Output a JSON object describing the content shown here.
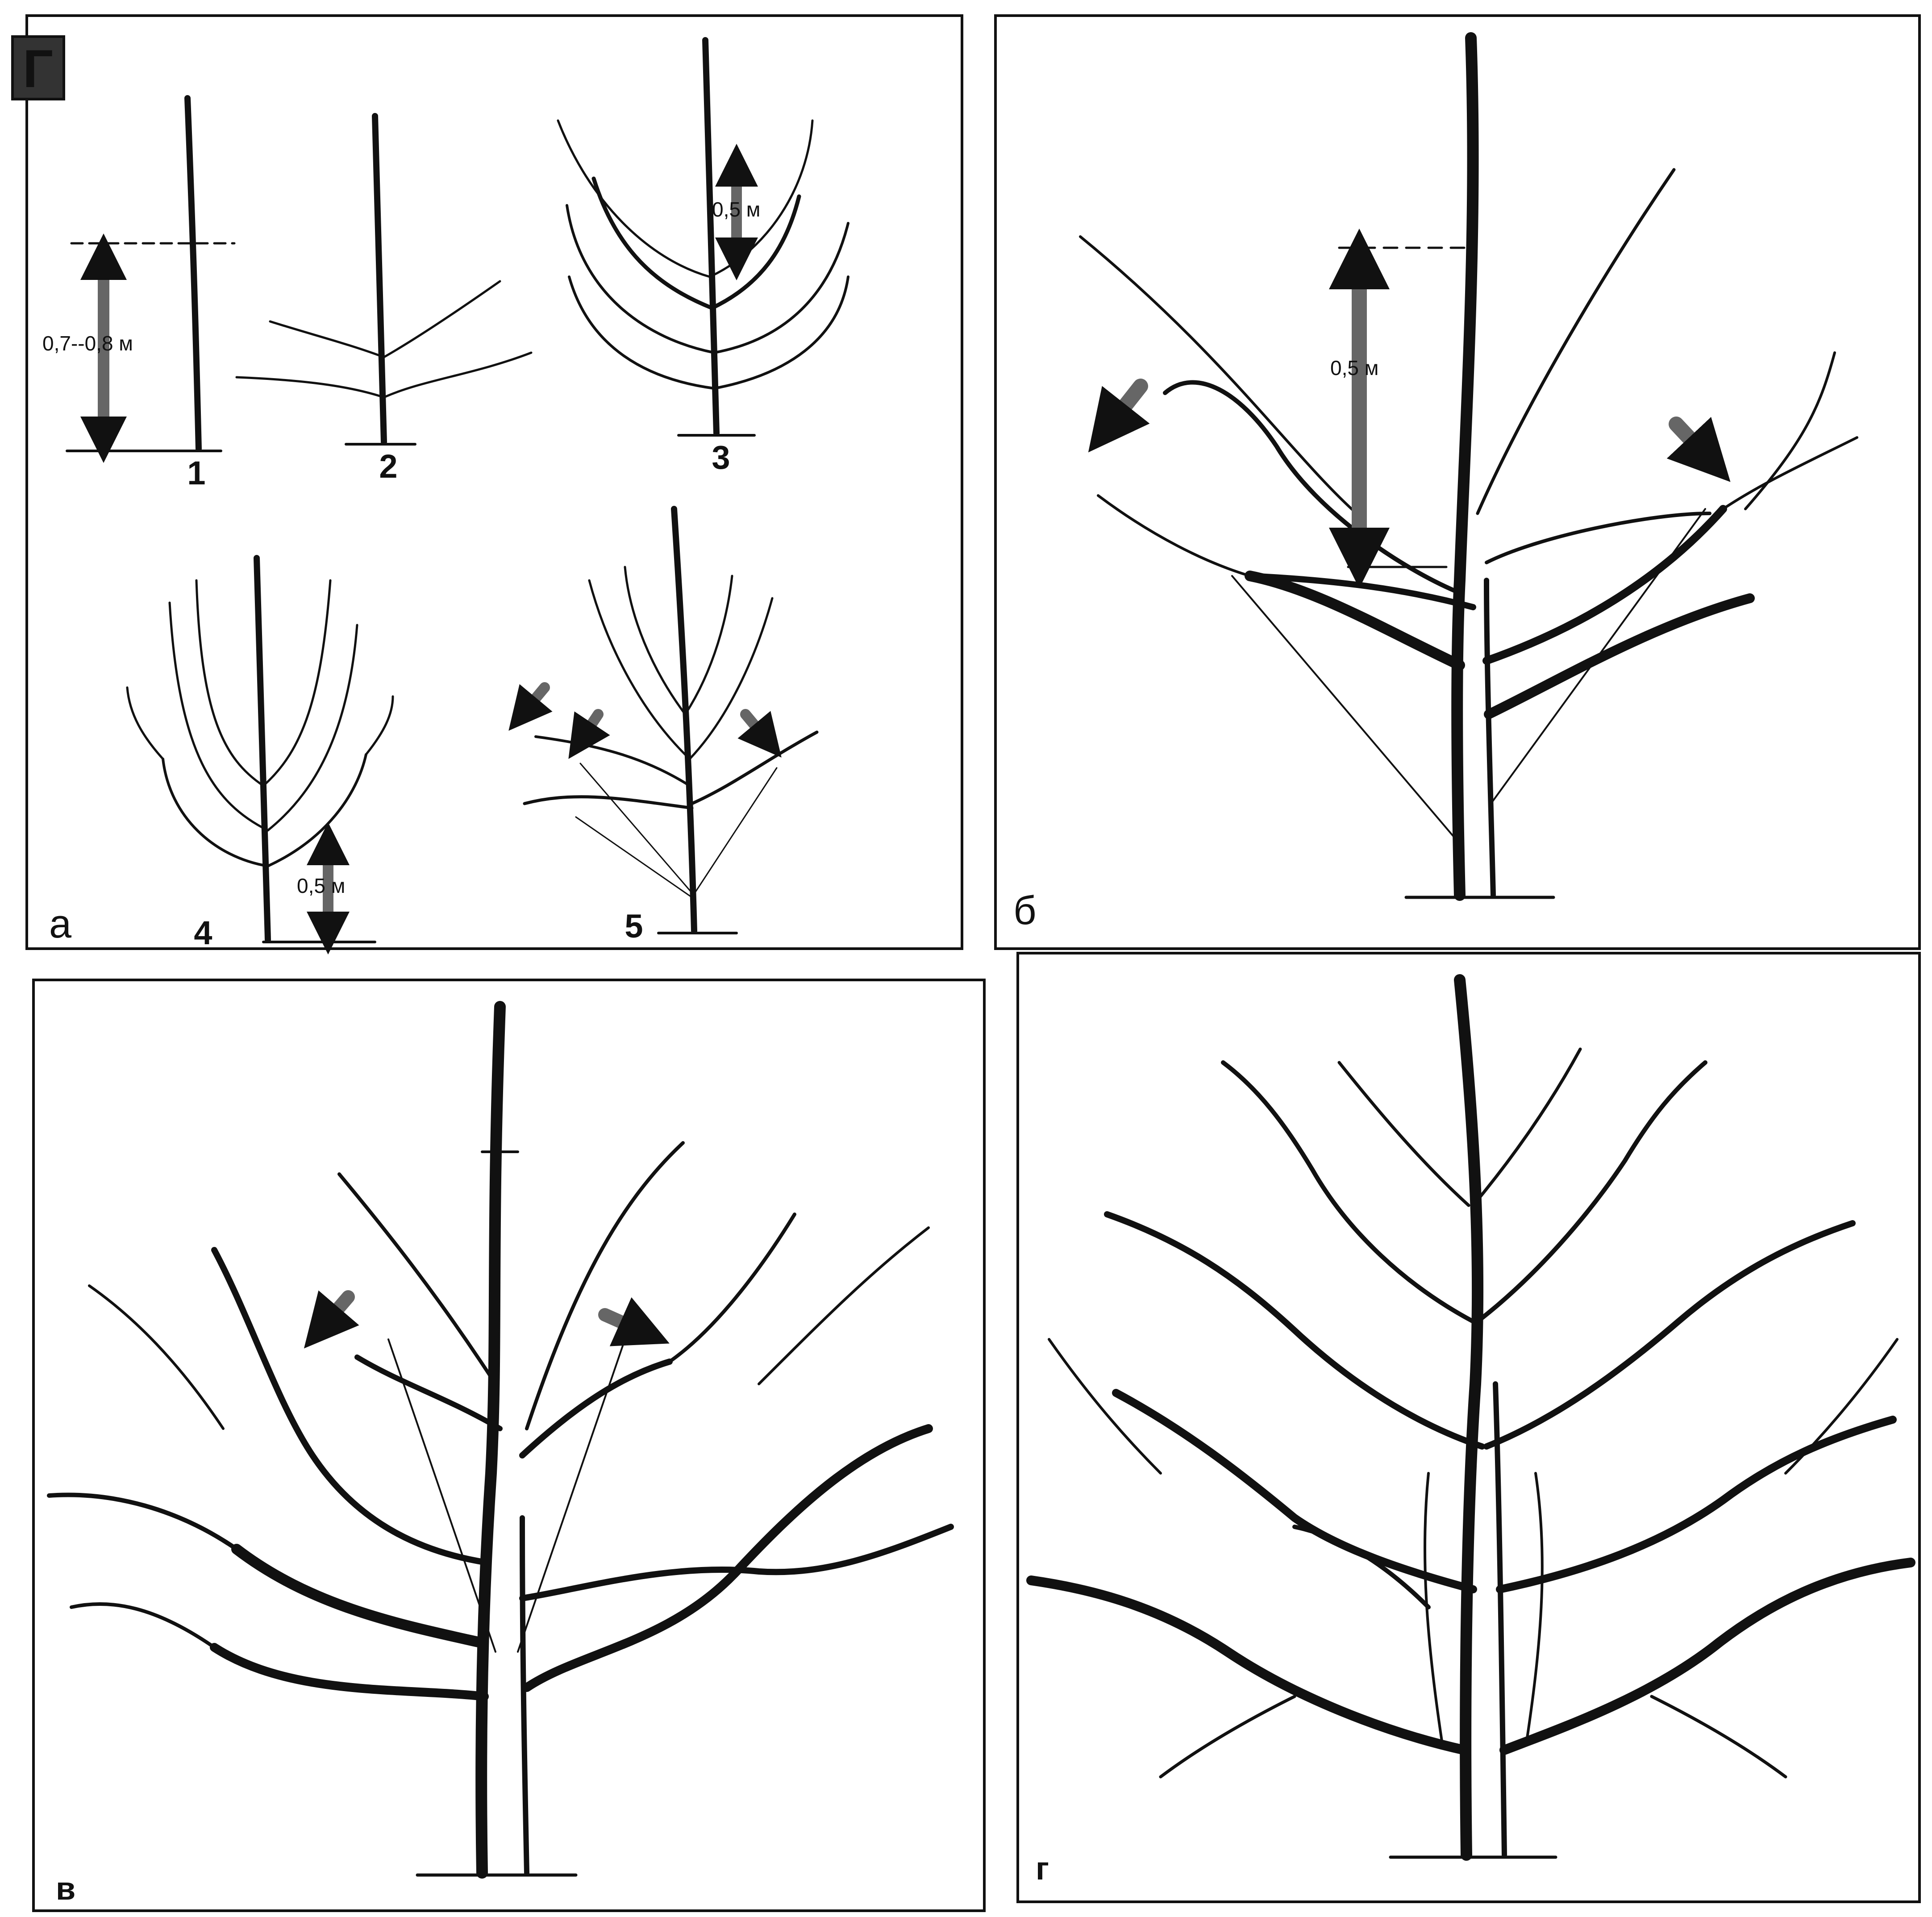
{
  "logo_letter": "Г",
  "panels": {
    "a": {
      "label": "а",
      "stage_numbers": [
        "1",
        "2",
        "3",
        "4",
        "5"
      ],
      "dims": [
        "0,7--0,8 м",
        "0,5 м",
        "0,5 м"
      ]
    },
    "b": {
      "label": "б",
      "dims": [
        "0,5 м"
      ]
    },
    "v": {
      "label": "в"
    },
    "g": {
      "label": "г"
    }
  },
  "colors": {
    "ink": "#111111",
    "arrow_fill": "#888888",
    "background": "#ffffff"
  }
}
